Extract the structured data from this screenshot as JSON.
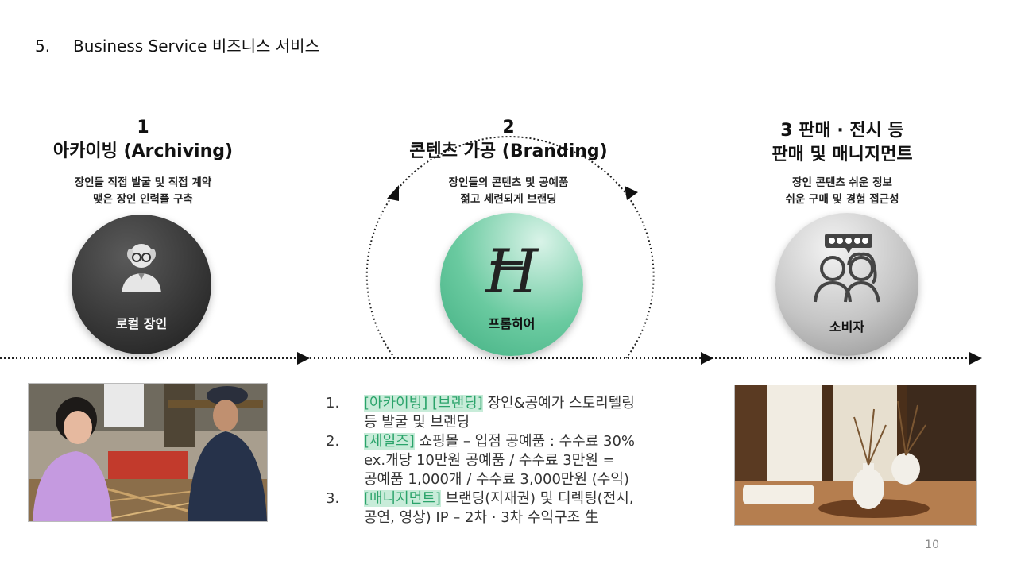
{
  "section": {
    "number": "5.",
    "title": "Business Service  비즈니스 서비스"
  },
  "columns": [
    {
      "number": "1",
      "title": "아카이빙 (Archiving)",
      "desc_line1": "장인들 직접 발굴 및 직접 계약",
      "desc_line2": "맺은 장인 인력풀 구축",
      "circle_label": "로컬 장인",
      "icon": "elder-artisan-icon"
    },
    {
      "number": "2",
      "title": "콘텐츠 가공 (Branding)",
      "desc_line1": "장인들의 콘텐츠 및 공예품",
      "desc_line2": "젊고 세련되게 브랜딩",
      "circle_label": "프롬히어",
      "logo_text": "H",
      "icon": "fromhere-logo"
    },
    {
      "number": "3 판매 · 전시 등",
      "title": "판매 및 매니지먼트",
      "desc_line1": "장인 콘텐츠 쉬운 정보",
      "desc_line2": "쉬운 구매 및 경험 접근성",
      "circle_label": "소비자",
      "icon": "consumers-rating-icon"
    }
  ],
  "list": [
    {
      "index": "1.",
      "highlight": "[아카이빙] [브랜딩]",
      "text": " 장인&공예가 스토리텔링",
      "cont": "등 발굴 및 브랜딩"
    },
    {
      "index": "2.",
      "highlight": "[세일즈]",
      "text": " 쇼핑몰 – 입점 공예품 : 수수료 30%",
      "cont": "ex.개당 10만원 공예품 / 수수료 3만원 =",
      "cont2": "공예품 1,000개 / 수수료 3,000만원 (수익)"
    },
    {
      "index": "3.",
      "highlight": "[매니지먼트]",
      "text": " 브랜딩(지재권) 및 디렉팅(전시,",
      "cont": "공연, 영상) IP – 2차 · 3차 수익구조 生"
    }
  ],
  "page_number": "10",
  "colors": {
    "dark_circle": "#2b2b2b",
    "green_circle": "#5cc59a",
    "grey_circle": "#9a9a9a",
    "highlight_bg": "#c8ecd9",
    "highlight_text": "#2aa36a"
  }
}
